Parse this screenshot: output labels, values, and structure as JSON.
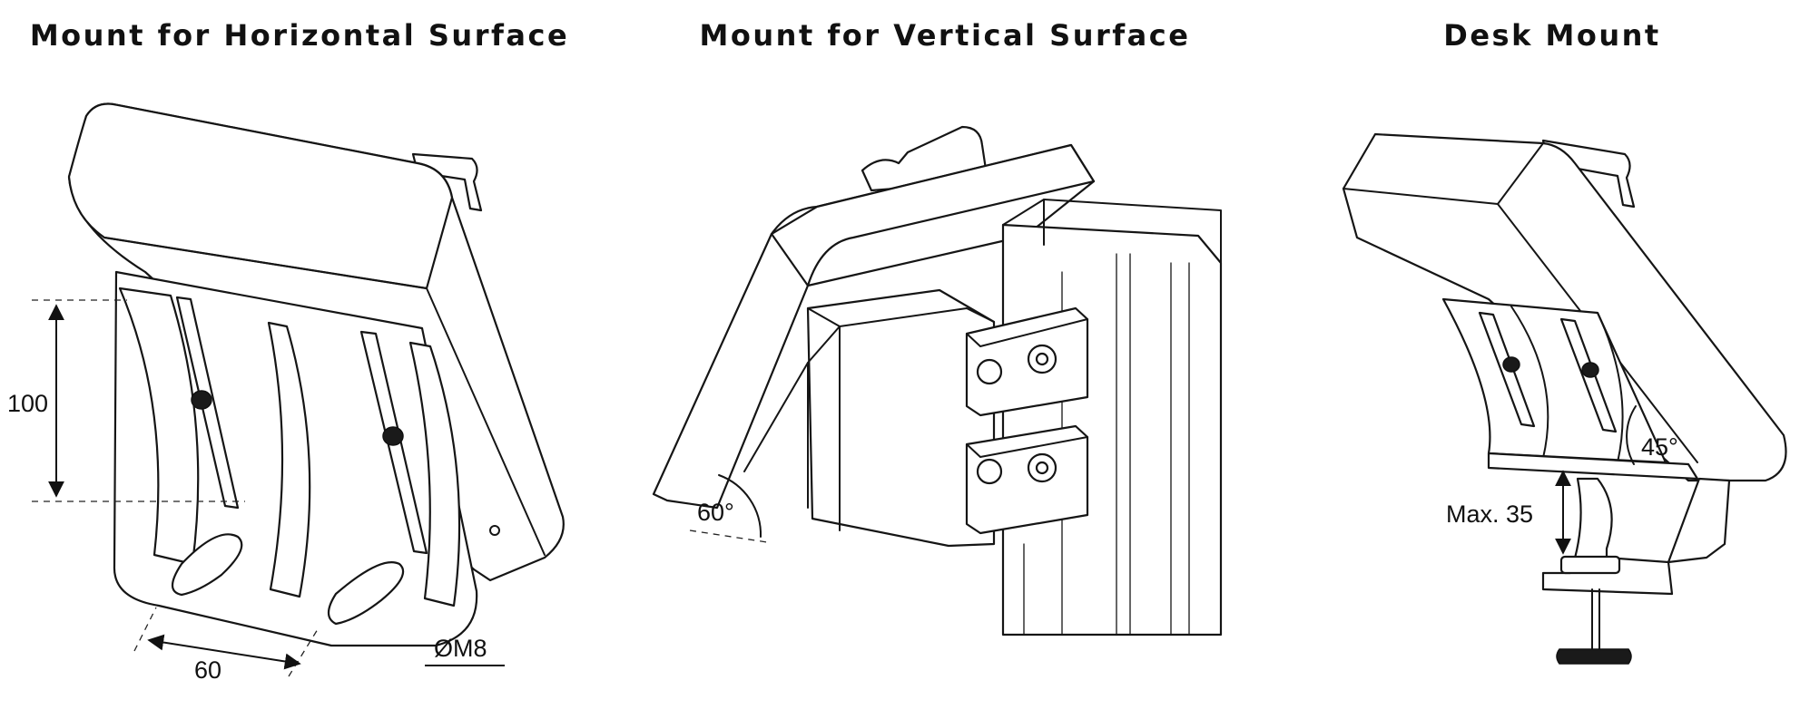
{
  "panels": [
    {
      "title": "Mount for Horizontal Surface",
      "dimensions": {
        "height": "100",
        "width": "60",
        "bolt": "ØM8"
      }
    },
    {
      "title": "Mount for Vertical Surface",
      "dimensions": {
        "angle": "60°"
      }
    },
    {
      "title": "Desk Mount",
      "dimensions": {
        "angle": "45°",
        "clamp": "Max. 35"
      }
    }
  ],
  "colors": {
    "line": "#151515",
    "background": "#ffffff",
    "fill": "#ffffff"
  }
}
